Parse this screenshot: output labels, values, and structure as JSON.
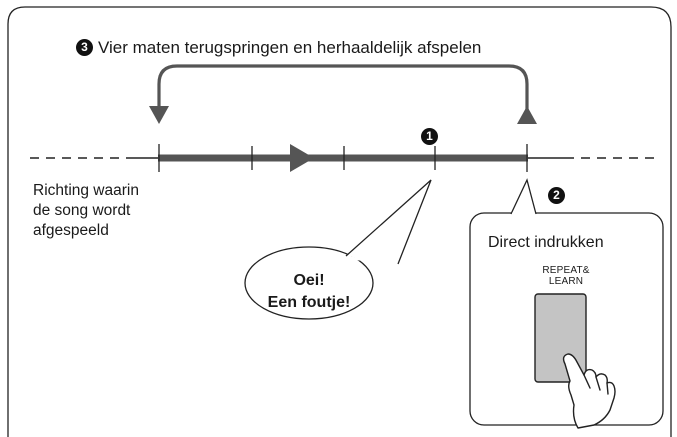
{
  "title_step": {
    "badge": "3",
    "text": "Vier maten terugspringen en herhaaldelijk afspelen"
  },
  "direction_label": {
    "line1": "Richting waarin",
    "line2": "de song wordt",
    "line3": "afgespeeld"
  },
  "markers": {
    "error_badge": "1",
    "press_badge": "2"
  },
  "speech_bubble": {
    "line1": "Oei!",
    "line2": "Een foutje!"
  },
  "press_panel": {
    "label": "Direct indrukken",
    "button_line1": "REPEAT&",
    "button_line2": "LEARN"
  },
  "colors": {
    "timeline": "#555555",
    "button_fill": "#c4c4c4",
    "outline": "#222222",
    "page": "#ffffff"
  },
  "icons": {
    "play_direction": "triangle-right-icon",
    "jump_back": "triangle-down-icon",
    "jump_up": "triangle-up-icon",
    "finger": "pointing-hand-icon"
  }
}
